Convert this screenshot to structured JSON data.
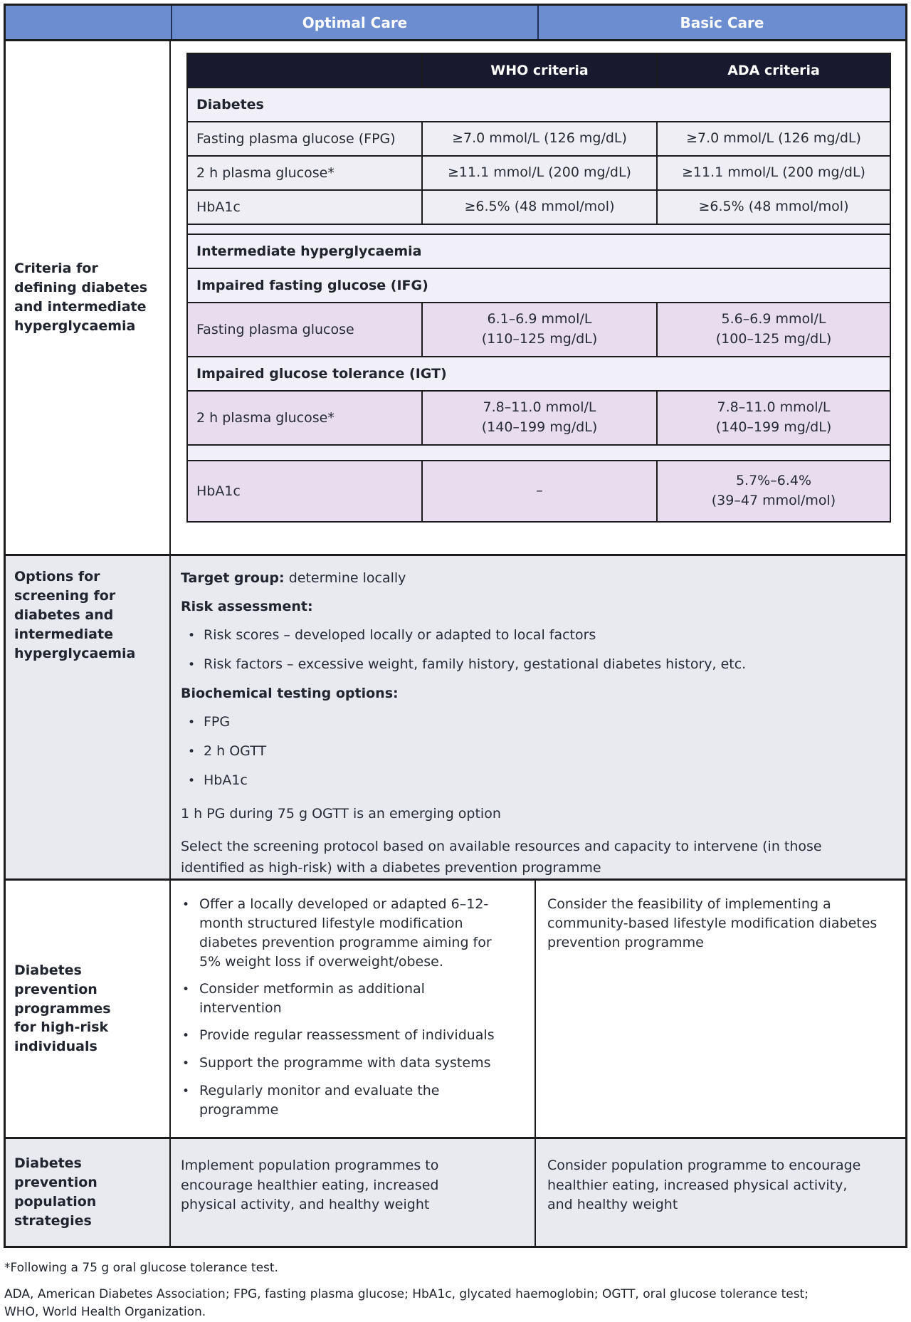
{
  "colors": {
    "blue_header": "#6d8dd1",
    "navy_header": "#18182e",
    "light_row": "#efeef5",
    "subheader_row": "#f1eff7",
    "purple_row": "#e7ddee",
    "grey_band": "#e9eaf0",
    "border_dark": "#1b1b1b",
    "text": "#262b36"
  },
  "care_header": {
    "optimal": "Optimal Care",
    "basic": "Basic Care"
  },
  "sections": {
    "criteria": {
      "label": "Criteria for defining diabetes and intermediate hyperglycaemia",
      "table": {
        "who_header": "WHO criteria",
        "ada_header": "ADA criteria",
        "diabetes_subheader": "Diabetes",
        "diabetes_rows": [
          {
            "label": "Fasting plasma glucose (FPG)",
            "who": "≥7.0 mmol/L (126 mg/dL)",
            "ada": "≥7.0 mmol/L (126 mg/dL)"
          },
          {
            "label": "2 h plasma glucose*",
            "who": "≥11.1 mmol/L (200 mg/dL)",
            "ada": "≥11.1 mmol/L (200 mg/dL)"
          },
          {
            "label": "HbA1c",
            "who": "≥6.5% (48 mmol/mol)",
            "ada": "≥6.5% (48 mmol/mol)"
          }
        ],
        "intermediate_subheader": "Intermediate hyperglycaemia",
        "ifg_subheader": "Impaired fasting glucose (IFG)",
        "ifg_row": {
          "label": "Fasting plasma glucose",
          "who_line1": "6.1–6.9 mmol/L",
          "who_line2": "(110–125 mg/dL)",
          "ada_line1": "5.6–6.9 mmol/L",
          "ada_line2": "(100–125 mg/dL)"
        },
        "igt_subheader": "Impaired glucose tolerance (IGT)",
        "igt_row": {
          "label": "2 h plasma glucose*",
          "who_line1": "7.8–11.0 mmol/L",
          "who_line2": "(140–199 mg/dL)",
          "ada_line1": "7.8–11.0 mmol/L",
          "ada_line2": "(140–199 mg/dL)"
        },
        "hba1c_row": {
          "label": "HbA1c",
          "who": "–",
          "ada_line1": "5.7%–6.4%",
          "ada_line2": "(39–47 mmol/mol)"
        }
      }
    },
    "screening": {
      "label": "Options for screening for diabetes and intermediate hyperglycaemia",
      "target_group_label": "Target group:",
      "target_group_value": "determine locally",
      "risk_assessment_label": "Risk assessment:",
      "risk_bullets": [
        "Risk scores – developed locally or adapted to local factors",
        "Risk factors – excessive weight, family history, gestational diabetes history, etc."
      ],
      "biochemical_label": "Biochemical testing options:",
      "biochemical_bullets": [
        "FPG",
        "2 h OGTT",
        "HbA1c"
      ],
      "emerging_note": "1 h PG during 75 g OGTT is an emerging option",
      "protocol_note": "Select the screening protocol based on available resources and capacity to intervene (in those identified as high-risk) with a diabetes prevention programme"
    },
    "prevention": {
      "label": "Diabetes prevention programmes for high-risk individuals",
      "optimal_bullets": [
        "Offer a locally developed or adapted 6–12-month structured lifestyle modification diabetes prevention programme aiming for 5% weight loss if overweight/obese.",
        "Consider metformin as additional intervention",
        "Provide regular reassessment of individuals",
        "Support the programme with data systems",
        "Regularly monitor and evaluate the programme"
      ],
      "basic_text": "Consider the feasibility of implementing a community-based lifestyle modification diabetes prevention programme"
    },
    "population": {
      "label": "Diabetes prevention population strategies",
      "optimal_text": "Implement population programmes to encourage healthier eating, increased physical activity, and healthy weight",
      "basic_text": "Consider population programme to encourage healthier eating, increased physical activity, and healthy weight"
    }
  },
  "footnotes": {
    "asterisk": "*Following a 75 g oral glucose tolerance test.",
    "abbreviations": "ADA, American Diabetes Association; FPG, fasting plasma glucose; HbA1c, glycated haemoglobin; OGTT, oral glucose tolerance test; WHO, World Health Organization."
  }
}
